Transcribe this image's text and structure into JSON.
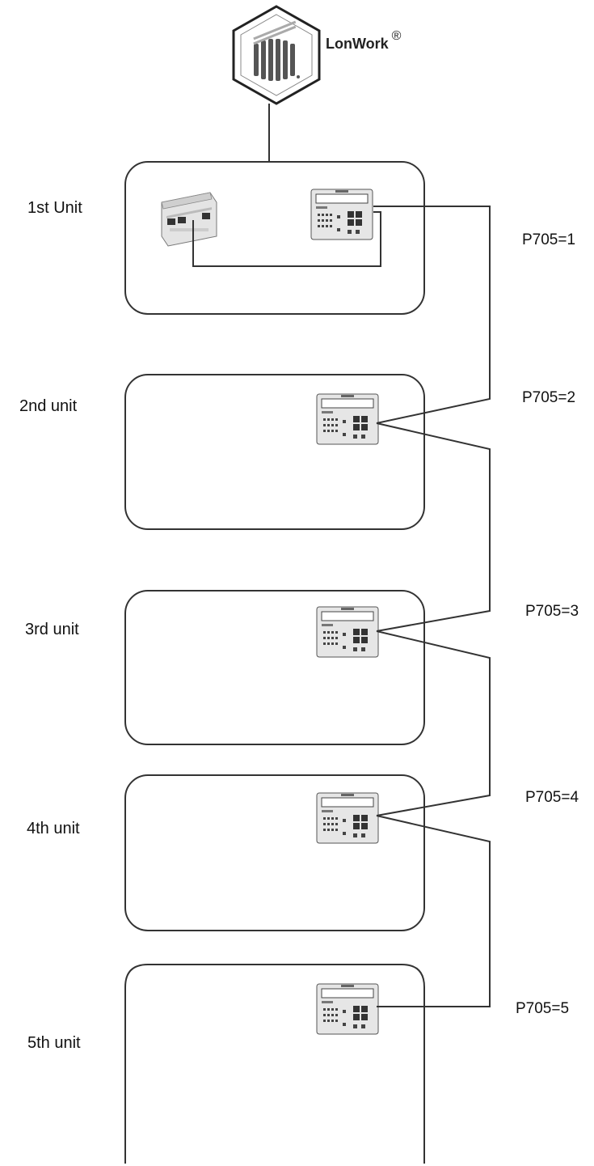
{
  "network": {
    "name": "LonWork",
    "mark": "®"
  },
  "units": [
    {
      "label": "1st Unit",
      "param": "P705=1"
    },
    {
      "label": "2nd unit",
      "param": "P705=2"
    },
    {
      "label": "3rd unit",
      "param": "P705=3"
    },
    {
      "label": "4th unit",
      "param": "P705=4"
    },
    {
      "label": "5th unit",
      "param": "P705=5"
    }
  ],
  "colors": {
    "line": "#333333",
    "device_fill": "#e6e6e6",
    "device_dark": "#444444"
  }
}
